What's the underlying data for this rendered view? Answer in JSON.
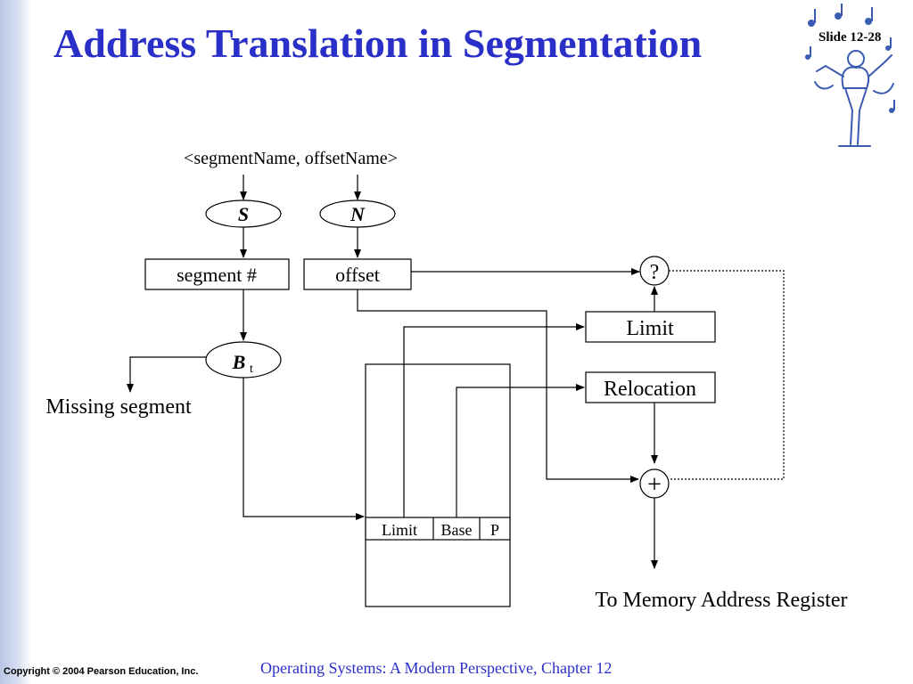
{
  "slide": {
    "title": "Address Translation in Segmentation",
    "number": "Slide 12-28"
  },
  "diagram": {
    "input_label": "<segmentName, offsetName>",
    "s_symbol": "S",
    "n_symbol": "N",
    "segment_box": "segment #",
    "offset_box": "offset",
    "compare_symbol": "?",
    "limit_register": "Limit",
    "relocation_register": "Relocation",
    "bt_symbol": "B",
    "bt_subscript": "t",
    "missing_segment": "Missing segment",
    "table_limit": "Limit",
    "table_base": "Base",
    "table_p": "P",
    "add_symbol": "+",
    "output_label": "To Memory Address Register"
  },
  "footer": {
    "copyright": "Copyright © 2004 Pearson Education, Inc.",
    "book": "Operating Systems: A Modern Perspective, Chapter 12"
  },
  "colors": {
    "title": "#2a2fc8",
    "footer": "#2a2fc8",
    "side_bar": "#c9d4ee"
  }
}
